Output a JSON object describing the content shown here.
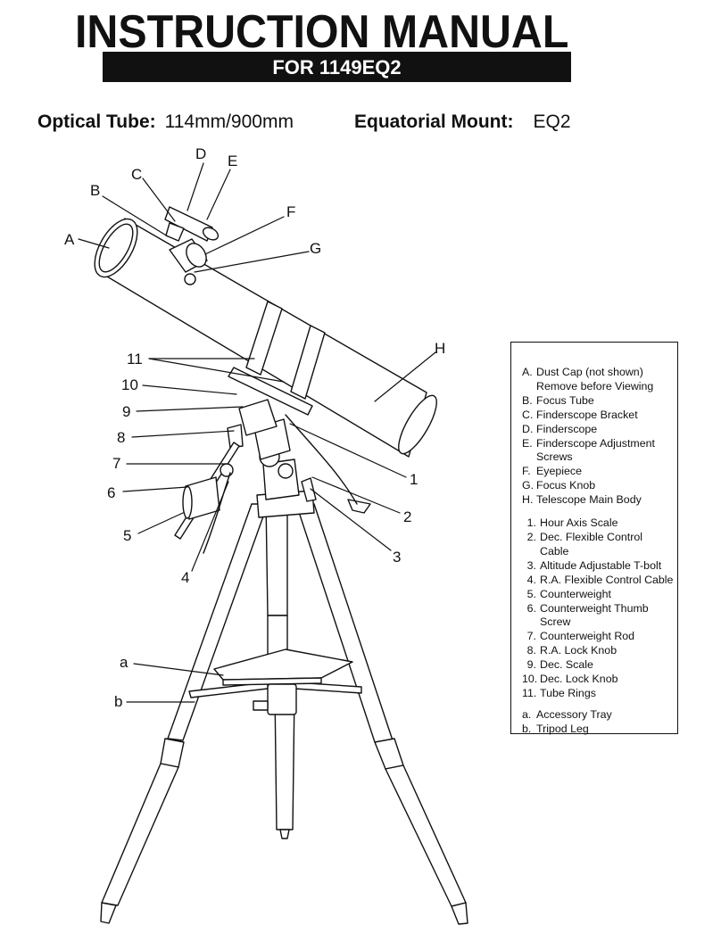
{
  "header": {
    "title": "INSTRUCTION MANUAL",
    "subtitle": "FOR 1149EQ2"
  },
  "specs": {
    "optical_label": "Optical Tube:",
    "optical_value": "114mm/900mm",
    "mount_label": "Equatorial Mount:",
    "mount_value": "EQ2"
  },
  "legend": {
    "letters": [
      {
        "key": "A.",
        "lines": [
          "Dust Cap (not shown)",
          "Remove before Viewing"
        ]
      },
      {
        "key": "B.",
        "lines": [
          "Focus Tube"
        ]
      },
      {
        "key": "C.",
        "lines": [
          "Finderscope Bracket"
        ]
      },
      {
        "key": "D.",
        "lines": [
          "Finderscope"
        ]
      },
      {
        "key": "E.",
        "lines": [
          "Finderscope Adjustment",
          "Screws"
        ]
      },
      {
        "key": "F.",
        "lines": [
          "Eyepiece"
        ]
      },
      {
        "key": "G.",
        "lines": [
          "Focus Knob"
        ]
      },
      {
        "key": "H.",
        "lines": [
          "Telescope Main Body"
        ]
      }
    ],
    "numbers": [
      {
        "key": "1.",
        "lines": [
          "Hour Axis Scale"
        ]
      },
      {
        "key": "2.",
        "lines": [
          "Dec. Flexible Control Cable"
        ]
      },
      {
        "key": "3.",
        "lines": [
          "Altitude Adjustable T-bolt"
        ]
      },
      {
        "key": "4.",
        "lines": [
          "R.A. Flexible Control Cable"
        ]
      },
      {
        "key": "5.",
        "lines": [
          "Counterweight"
        ]
      },
      {
        "key": "6.",
        "lines": [
          "Counterweight Thumb",
          "Screw"
        ]
      },
      {
        "key": "7.",
        "lines": [
          "Counterweight Rod"
        ]
      },
      {
        "key": "8.",
        "lines": [
          "R.A. Lock Knob"
        ]
      },
      {
        "key": "9.",
        "lines": [
          "Dec. Scale"
        ]
      },
      {
        "key": "10.",
        "lines": [
          "Dec. Lock Knob"
        ]
      },
      {
        "key": "11.",
        "lines": [
          "Tube Rings"
        ]
      }
    ],
    "small": [
      {
        "key": "a.",
        "lines": [
          "Accessory Tray"
        ]
      },
      {
        "key": "b.",
        "lines": [
          "Tripod Leg"
        ]
      }
    ]
  },
  "callouts": {
    "A": "A",
    "B": "B",
    "C": "C",
    "D": "D",
    "E": "E",
    "F": "F",
    "G": "G",
    "H": "H",
    "n1": "1",
    "n2": "2",
    "n3": "3",
    "n4": "4",
    "n5": "5",
    "n6": "6",
    "n7": "7",
    "n8": "8",
    "n9": "9",
    "n10": "10",
    "n11": "11",
    "a": "a",
    "b": "b"
  }
}
